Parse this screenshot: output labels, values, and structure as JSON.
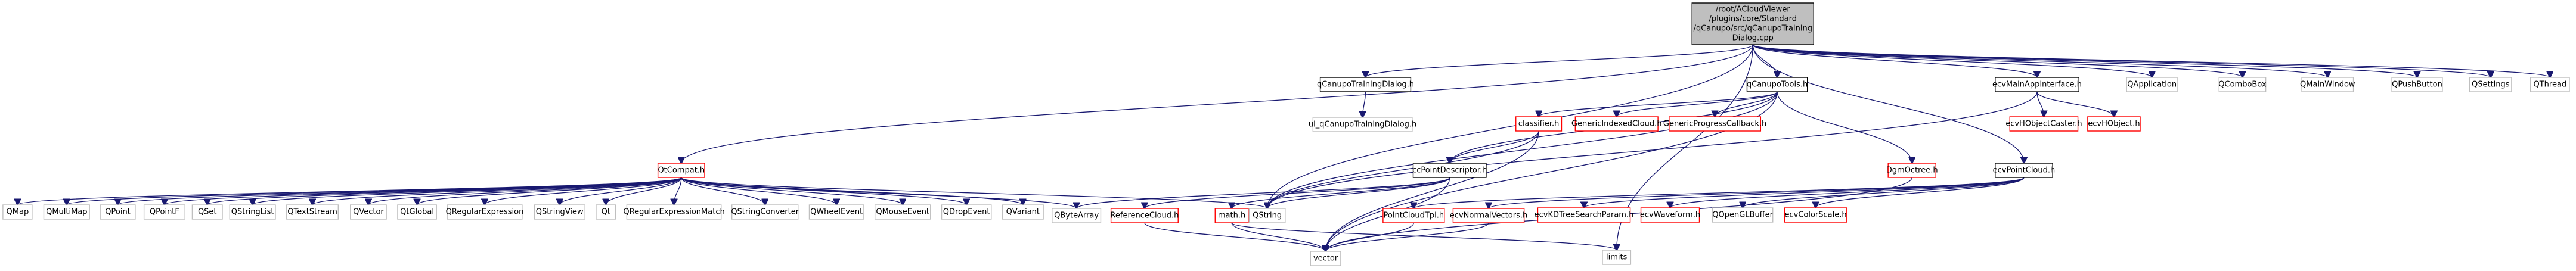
{
  "graph": {
    "title": "Include dependency graph for qCanupoTrainingDialog.cpp",
    "legend_colors": {
      "root_fill": "#bfbfbf",
      "documented_border": "#000000",
      "undocumented_border": "#ff0000",
      "external_border": "#bfbfbf",
      "edge": "#191970"
    },
    "nodes": [
      {
        "id": "root",
        "kind": "root",
        "lines": [
          "/root/ACloudViewer",
          "/plugins/core/Standard",
          "/qCanupo/src/qCanupoTraining",
          "Dialog.cpp"
        ]
      },
      {
        "id": "qCanupoTrainingDialog_h",
        "kind": "doc",
        "lines": [
          "qCanupoTrainingDialog.h"
        ]
      },
      {
        "id": "ui_qCanupoTrainingDialog_h",
        "kind": "ext",
        "lines": [
          "ui_qCanupoTrainingDialog.h"
        ]
      },
      {
        "id": "qCanupoTools_h",
        "kind": "doc",
        "lines": [
          "qCanupoTools.h"
        ]
      },
      {
        "id": "ecvMainAppInterface_h",
        "kind": "doc",
        "lines": [
          "ecvMainAppInterface.h"
        ]
      },
      {
        "id": "QApplication",
        "kind": "ext",
        "lines": [
          "QApplication"
        ]
      },
      {
        "id": "QComboBox",
        "kind": "ext",
        "lines": [
          "QComboBox"
        ]
      },
      {
        "id": "QMainWindow",
        "kind": "ext",
        "lines": [
          "QMainWindow"
        ]
      },
      {
        "id": "QPushButton",
        "kind": "ext",
        "lines": [
          "QPushButton"
        ]
      },
      {
        "id": "QSettings",
        "kind": "ext",
        "lines": [
          "QSettings"
        ]
      },
      {
        "id": "QThread",
        "kind": "ext",
        "lines": [
          "QThread"
        ]
      },
      {
        "id": "classifier_h",
        "kind": "missing",
        "lines": [
          "classifier.h"
        ]
      },
      {
        "id": "GenericIndexedCloud_h",
        "kind": "missing",
        "lines": [
          "GenericIndexedCloud.h"
        ]
      },
      {
        "id": "GenericProgressCallback_h",
        "kind": "missing",
        "lines": [
          "GenericProgressCallback.h"
        ]
      },
      {
        "id": "ecvHObjectCaster_h",
        "kind": "missing",
        "lines": [
          "ecvHObjectCaster.h"
        ]
      },
      {
        "id": "ecvHObject_h",
        "kind": "missing",
        "lines": [
          "ecvHObject.h"
        ]
      },
      {
        "id": "QtCompat_h",
        "kind": "missing",
        "lines": [
          "QtCompat.h"
        ]
      },
      {
        "id": "ccPointDescriptor_h",
        "kind": "doc",
        "lines": [
          "ccPointDescriptor.h"
        ]
      },
      {
        "id": "DgmOctree_h",
        "kind": "missing",
        "lines": [
          "DgmOctree.h"
        ]
      },
      {
        "id": "ecvPointCloud_h",
        "kind": "doc",
        "lines": [
          "ecvPointCloud.h"
        ]
      },
      {
        "id": "QMap",
        "kind": "ext",
        "lines": [
          "QMap"
        ]
      },
      {
        "id": "QMultiMap",
        "kind": "ext",
        "lines": [
          "QMultiMap"
        ]
      },
      {
        "id": "QPoint",
        "kind": "ext",
        "lines": [
          "QPoint"
        ]
      },
      {
        "id": "QPointF",
        "kind": "ext",
        "lines": [
          "QPointF"
        ]
      },
      {
        "id": "QSet",
        "kind": "ext",
        "lines": [
          "QSet"
        ]
      },
      {
        "id": "QStringList",
        "kind": "ext",
        "lines": [
          "QStringList"
        ]
      },
      {
        "id": "QTextStream",
        "kind": "ext",
        "lines": [
          "QTextStream"
        ]
      },
      {
        "id": "QVector",
        "kind": "ext",
        "lines": [
          "QVector"
        ]
      },
      {
        "id": "QtGlobal",
        "kind": "ext",
        "lines": [
          "QtGlobal"
        ]
      },
      {
        "id": "QRegularExpression",
        "kind": "ext",
        "lines": [
          "QRegularExpression"
        ]
      },
      {
        "id": "QStringView",
        "kind": "ext",
        "lines": [
          "QStringView"
        ]
      },
      {
        "id": "Qt",
        "kind": "ext",
        "lines": [
          "Qt"
        ]
      },
      {
        "id": "QRegularExpressionMatch",
        "kind": "ext",
        "lines": [
          "QRegularExpressionMatch"
        ]
      },
      {
        "id": "QStringConverter",
        "kind": "ext",
        "lines": [
          "QStringConverter"
        ]
      },
      {
        "id": "QWheelEvent",
        "kind": "ext",
        "lines": [
          "QWheelEvent"
        ]
      },
      {
        "id": "QMouseEvent",
        "kind": "ext",
        "lines": [
          "QMouseEvent"
        ]
      },
      {
        "id": "QDropEvent",
        "kind": "ext",
        "lines": [
          "QDropEvent"
        ]
      },
      {
        "id": "QVariant",
        "kind": "ext",
        "lines": [
          "QVariant"
        ]
      },
      {
        "id": "QByteArray",
        "kind": "ext",
        "lines": [
          "QByteArray"
        ]
      },
      {
        "id": "ReferenceCloud_h",
        "kind": "missing",
        "lines": [
          "ReferenceCloud.h"
        ]
      },
      {
        "id": "math_h",
        "kind": "missing",
        "lines": [
          "math.h"
        ]
      },
      {
        "id": "QString",
        "kind": "ext",
        "lines": [
          "QString"
        ]
      },
      {
        "id": "PointCloudTpl_h",
        "kind": "missing",
        "lines": [
          "PointCloudTpl.h"
        ]
      },
      {
        "id": "ecvNormalVectors_h",
        "kind": "missing",
        "lines": [
          "ecvNormalVectors.h"
        ]
      },
      {
        "id": "ecvKDTreeSearchParam_h",
        "kind": "missing",
        "lines": [
          "ecvKDTreeSearchParam.h"
        ]
      },
      {
        "id": "ecvWaveform_h",
        "kind": "missing",
        "lines": [
          "ecvWaveform.h"
        ]
      },
      {
        "id": "QOpenGLBuffer",
        "kind": "ext",
        "lines": [
          "QOpenGLBuffer"
        ]
      },
      {
        "id": "ecvColorScale_h",
        "kind": "missing",
        "lines": [
          "ecvColorScale.h"
        ]
      },
      {
        "id": "vector",
        "kind": "ext",
        "lines": [
          "vector"
        ]
      },
      {
        "id": "limits",
        "kind": "ext",
        "lines": [
          "limits"
        ]
      }
    ],
    "edges": [
      [
        "root",
        "qCanupoTrainingDialog_h"
      ],
      [
        "root",
        "qCanupoTools_h"
      ],
      [
        "root",
        "ecvMainAppInterface_h"
      ],
      [
        "root",
        "QApplication"
      ],
      [
        "root",
        "QComboBox"
      ],
      [
        "root",
        "QMainWindow"
      ],
      [
        "root",
        "QPushButton"
      ],
      [
        "root",
        "QSettings"
      ],
      [
        "root",
        "QThread"
      ],
      [
        "root",
        "ecvPointCloud_h"
      ],
      [
        "root",
        "QtCompat_h"
      ],
      [
        "root",
        "QString"
      ],
      [
        "root",
        "limits"
      ],
      [
        "qCanupoTrainingDialog_h",
        "ui_qCanupoTrainingDialog_h"
      ],
      [
        "qCanupoTools_h",
        "classifier_h"
      ],
      [
        "qCanupoTools_h",
        "GenericIndexedCloud_h"
      ],
      [
        "qCanupoTools_h",
        "GenericProgressCallback_h"
      ],
      [
        "qCanupoTools_h",
        "DgmOctree_h"
      ],
      [
        "qCanupoTools_h",
        "ccPointDescriptor_h"
      ],
      [
        "qCanupoTools_h",
        "QString"
      ],
      [
        "qCanupoTools_h",
        "vector"
      ],
      [
        "ecvMainAppInterface_h",
        "ecvHObjectCaster_h"
      ],
      [
        "ecvMainAppInterface_h",
        "ecvHObject_h"
      ],
      [
        "ecvMainAppInterface_h",
        "QString"
      ],
      [
        "classifier_h",
        "ccPointDescriptor_h"
      ],
      [
        "classifier_h",
        "QString"
      ],
      [
        "classifier_h",
        "vector"
      ],
      [
        "ccPointDescriptor_h",
        "QByteArray"
      ],
      [
        "ccPointDescriptor_h",
        "ReferenceCloud_h"
      ],
      [
        "ccPointDescriptor_h",
        "math_h"
      ],
      [
        "ccPointDescriptor_h",
        "QString"
      ],
      [
        "ccPointDescriptor_h",
        "vector"
      ],
      [
        "DgmOctree_h",
        "vector"
      ],
      [
        "ReferenceCloud_h",
        "vector"
      ],
      [
        "math_h",
        "vector"
      ],
      [
        "math_h",
        "limits"
      ],
      [
        "PointCloudTpl_h",
        "vector"
      ],
      [
        "ecvNormalVectors_h",
        "vector"
      ],
      [
        "ecvPointCloud_h",
        "PointCloudTpl_h"
      ],
      [
        "ecvPointCloud_h",
        "ecvNormalVectors_h"
      ],
      [
        "ecvPointCloud_h",
        "ecvKDTreeSearchParam_h"
      ],
      [
        "ecvPointCloud_h",
        "ecvWaveform_h"
      ],
      [
        "ecvPointCloud_h",
        "QOpenGLBuffer"
      ],
      [
        "ecvPointCloud_h",
        "ecvColorScale_h"
      ],
      [
        "QtCompat_h",
        "QMap"
      ],
      [
        "QtCompat_h",
        "QMultiMap"
      ],
      [
        "QtCompat_h",
        "QPoint"
      ],
      [
        "QtCompat_h",
        "QPointF"
      ],
      [
        "QtCompat_h",
        "QSet"
      ],
      [
        "QtCompat_h",
        "QStringList"
      ],
      [
        "QtCompat_h",
        "QTextStream"
      ],
      [
        "QtCompat_h",
        "QVector"
      ],
      [
        "QtCompat_h",
        "QtGlobal"
      ],
      [
        "QtCompat_h",
        "QRegularExpression"
      ],
      [
        "QtCompat_h",
        "QStringView"
      ],
      [
        "QtCompat_h",
        "Qt"
      ],
      [
        "QtCompat_h",
        "QRegularExpressionMatch"
      ],
      [
        "QtCompat_h",
        "QStringConverter"
      ],
      [
        "QtCompat_h",
        "QWheelEvent"
      ],
      [
        "QtCompat_h",
        "QMouseEvent"
      ],
      [
        "QtCompat_h",
        "QDropEvent"
      ],
      [
        "QtCompat_h",
        "QVariant"
      ],
      [
        "QtCompat_h",
        "QByteArray"
      ],
      [
        "QtCompat_h",
        "QString"
      ]
    ]
  }
}
